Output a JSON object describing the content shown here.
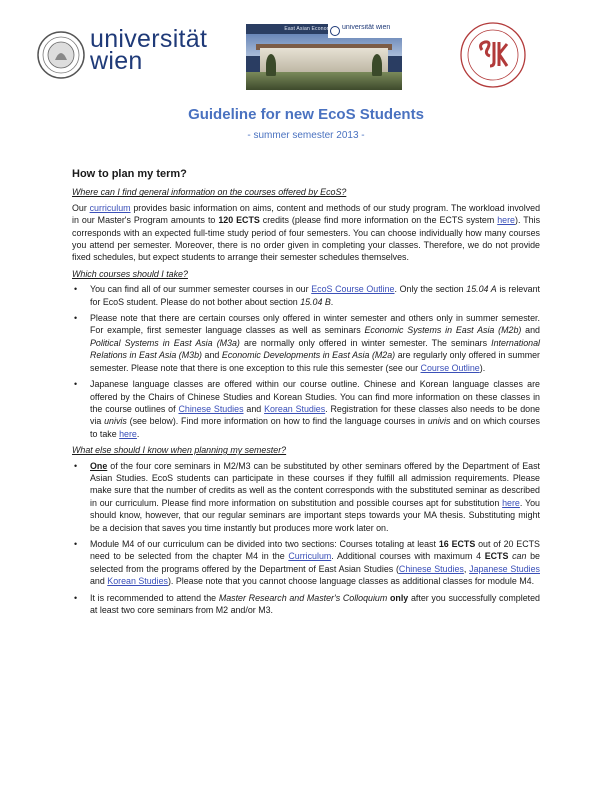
{
  "header": {
    "logo_line1": "universität",
    "logo_line2": "wien",
    "banner_title": "East Asian Economy and Society",
    "banner_logo": "universität wien"
  },
  "title": "Guideline for new EcoS Students",
  "subtitle": "- summer semester 2013 -",
  "heading": "How to plan my term?",
  "q1": "Where can I find general information on the courses offered by EcoS?",
  "p1": {
    "a": "Our ",
    "link_curriculum": "curriculum",
    "b": " provides basic information on aims, content and methods of our study program. The workload involved in our Master's Program amounts to ",
    "b_ects": "120 ECTS",
    "c": " credits (please find more information on the ECTS system ",
    "link_here": "here",
    "d": "). This corresponds with an expected full-time study period of four semesters. You can choose individually how many courses you attend per semester. Moreover, there is no order given in completing your classes. Therefore, we do not provide fixed schedules, but expect students to arrange their semester schedules themselves."
  },
  "q2": "Which courses should I take?",
  "list1": {
    "i1a": "You can find all of our summer semester courses in our ",
    "i1_link": "EcoS Course Outline",
    "i1b": ". Only the section ",
    "i1_sec": "15.04 A",
    "i1c": " is relevant for EcoS student. Please do not bother about section ",
    "i1_sec2": "15.04 B",
    "i1d": ".",
    "i2a": "Please note that there are certain courses only offered in winter semester and others only in summer semester. For example, first semester language classes as well as seminars ",
    "i2_it1": "Economic Systems in East Asia (M2b)",
    "i2b": " and ",
    "i2_it2": "Political Systems in East Asia (M3a)",
    "i2c": " are normally only offered in winter semester. The seminars ",
    "i2_it3": "International Relations in East Asia (M3b)",
    "i2d": " and ",
    "i2_it4": "Economic Developments in East Asia (M2a)",
    "i2e": " are regularly only offered in summer semester. Please note that there is one exception to this rule this semester (see our ",
    "i2_link": "Course Outline",
    "i2f": ").",
    "i3a": "Japanese language classes are offered within our course outline. Chinese and Korean language classes are offered by the Chairs of Chinese Studies and Korean Studies. You can find more information on these classes in the course outlines of ",
    "i3_link1": "Chinese Studies",
    "i3b": " and ",
    "i3_link2": "Korean Studies",
    "i3c": ". Registration for these classes also needs to be done via ",
    "i3_it": "univis",
    "i3d": " (see below). Find more information on how to find the language courses in ",
    "i3_it2": "univis",
    "i3e": " and on which courses to take ",
    "i3_link3": "here",
    "i3f": "."
  },
  "q3": "What else should I know when planning my semester?",
  "list2": {
    "j1_one": "One",
    "j1a": " of the four core seminars in M2/M3 can be substituted by other seminars offered by the Department of East Asian Studies. EcoS students can participate in these courses if they fulfill all admission requirements. Please make sure that the number of credits as well as the content corresponds with the substituted seminar as described in our curriculum. Please find more information on substitution and possible courses apt for substitution ",
    "j1_link": "here",
    "j1b": ". You should know, however, that our regular seminars are important steps towards your MA thesis. Substituting might be a decision that saves you time instantly but produces more work later on.",
    "j2a": "Module M4 of our curriculum can be divided into two sections: Courses totaling at least ",
    "j2_b1": "16 ECTS",
    "j2b": " out of 20 ECTS need to be selected from the chapter M4 in the ",
    "j2_link": "Curriculum",
    "j2c": ". Additional courses with maximum 4 ",
    "j2_b2": "ECTS",
    "j2_it": " can",
    "j2d": " be selected from the programs offered by the Department of East Asian Studies (",
    "j2_link1": "Chinese Studies",
    "j2e": ", ",
    "j2_link2": "Japanese Studies",
    "j2f": " and ",
    "j2_link3": "Korean Studies",
    "j2g": "). Please note that you cannot choose language classes as additional classes for module M4.",
    "j3a": "It is recommended to attend the ",
    "j3_it": "Master Research and Master's Colloquium",
    "j3_b": " only",
    "j3b": " after you successfully completed at least two core seminars from M2 and/or M3."
  }
}
